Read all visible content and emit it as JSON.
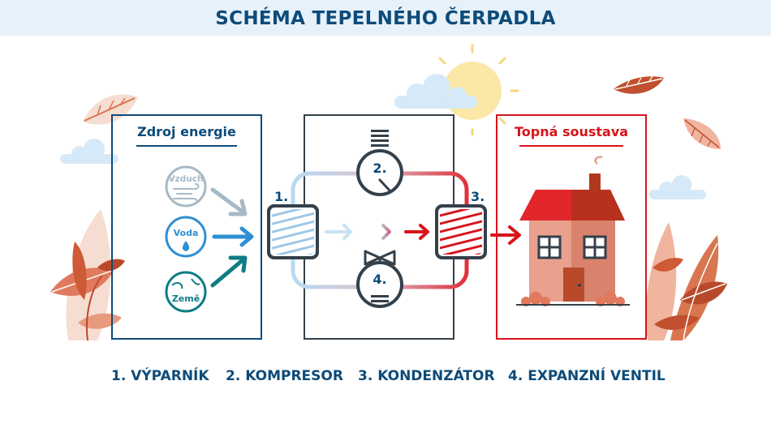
{
  "title": "SCHÉMA TEPELNÉHO ČERPADLA",
  "source_box": {
    "title": "Zdroj energie",
    "sources": [
      {
        "label": "Vzduch"
      },
      {
        "label": "Voda"
      },
      {
        "label": "Země"
      }
    ]
  },
  "cycle": {
    "step1_marker": "1.",
    "step2_marker": "2.",
    "step3_marker": "3.",
    "step4_marker": "4."
  },
  "heating_box": {
    "title": "Topná soustava"
  },
  "legend": [
    {
      "label": "1. VÝPARNÍK"
    },
    {
      "label": "2. KOMPRESOR"
    },
    {
      "label": "3. KONDENZÁTOR"
    },
    {
      "label": "4. EXPANZNÍ VENTIL"
    }
  ],
  "colors": {
    "navy": "#0d4b7a",
    "dark": "#34404a",
    "red": "#d7141a",
    "teal": "#0e7c86",
    "water_blue": "#2f8fd3",
    "air_gray": "#a6b9c6",
    "light_blue": "#b8dbf3",
    "banner_bg": "#e6f1fa",
    "roof_red": "#e1262c",
    "wall": "#e9a08d",
    "leaf": "#e07a5f",
    "sun": "#fbe7a6"
  }
}
